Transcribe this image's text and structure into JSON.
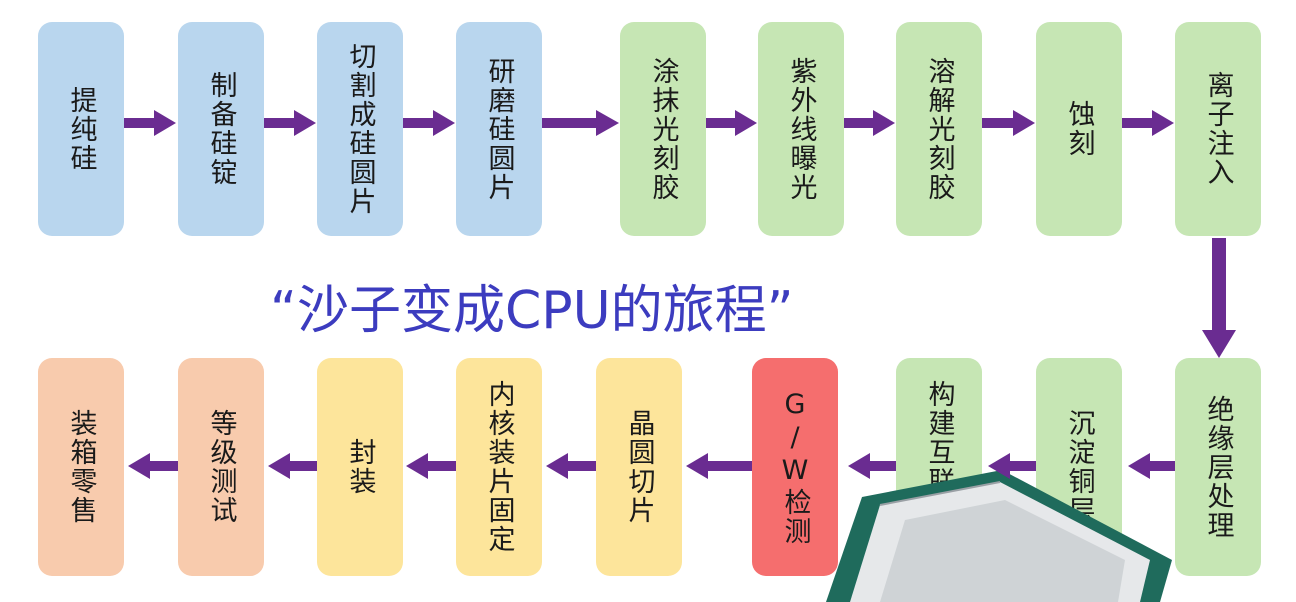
{
  "title": "“沙子变成CPU的旅程”",
  "top_row": [
    {
      "label": "提纯硅"
    },
    {
      "label": "制备硅锭"
    },
    {
      "label": "切割成硅圆片"
    },
    {
      "label": "研磨硅圆片"
    },
    {
      "label": "涂抹光刻胶"
    },
    {
      "label": "紫外线曝光"
    },
    {
      "label": "溶解光刻胶"
    },
    {
      "label": "蚀刻"
    },
    {
      "label": "离子注入"
    }
  ],
  "bottom_row": [
    {
      "label": "装箱零售"
    },
    {
      "label": "等级测试"
    },
    {
      "label": "封装"
    },
    {
      "label": "内核装片固定"
    },
    {
      "label": "晶圆切片"
    },
    {
      "label": "G/W检测"
    },
    {
      "label": "构建互联铜层"
    },
    {
      "label": "沉淀铜层"
    },
    {
      "label": "绝缘层处理"
    }
  ],
  "colors": {
    "arrow": "#6a2c91",
    "title": "#3c3cbf",
    "blue": "#b9d6ee",
    "green": "#c6e6b4",
    "orange": "#f8cbad",
    "yellow": "#fde59b",
    "red": "#f56e6e"
  }
}
